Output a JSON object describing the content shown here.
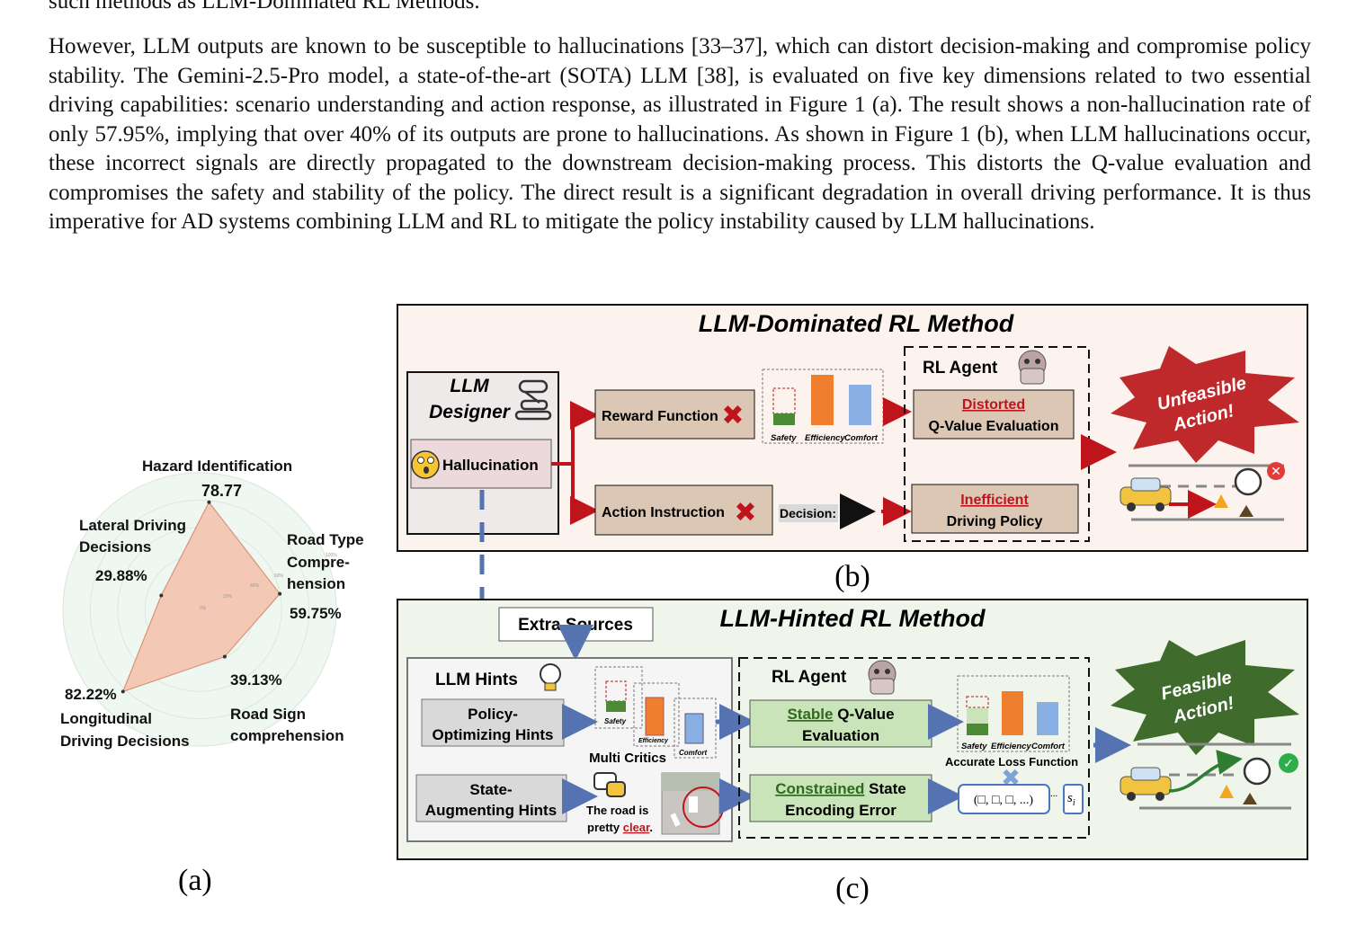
{
  "top_line": "such methods as LLM-Dominated RL Methods.",
  "paragraph": "However, LLM outputs are known to be susceptible to hallucinations [33–37], which can distort decision-making and compromise policy stability. The Gemini-2.5-Pro model, a state-of-the-art (SOTA) LLM [38], is evaluated on five key dimensions related to two essential driving capabilities: scenario understanding and action response, as illustrated in Figure 1 (a). The result shows a non-hallucination rate of only 57.95%, implying that over 40% of its outputs are prone to hallucinations. As shown in Figure 1 (b), when LLM hallucinations occur, these incorrect signals are directly propagated to the downstream decision-making process. This distorts the Q-value evaluation and compromises the safety and stability of the policy. The direct result is a significant degradation in overall driving performance. It is thus imperative for AD systems combining LLM and RL to mitigate the policy instability caused by LLM hallucinations.",
  "radar": {
    "caption": "(a)",
    "labels": {
      "hazard": "Hazard Identification",
      "lateral_1": "Lateral Driving",
      "lateral_2": "Decisions",
      "road_type_1": "Road Type",
      "road_type_2": "Compre-",
      "road_type_3": "hension",
      "longitudinal_1": "Longitudinal",
      "longitudinal_2": "Driving Decisions",
      "road_sign_1": "Road Sign",
      "road_sign_2": "comprehension"
    },
    "value_labels": {
      "hazard": "78.77",
      "lateral": "29.88%",
      "road_type": "59.75%",
      "longitudinal": "82.22%",
      "road_sign": "39.13%"
    },
    "ring_ticks": [
      "0%",
      "20%",
      "40%",
      "60%",
      "100%"
    ]
  },
  "chart_data": {
    "type": "radar",
    "categories": [
      "Hazard Identification",
      "Road Type Comprehension",
      "Road Sign comprehension",
      "Longitudinal Driving Decisions",
      "Lateral Driving Decisions"
    ],
    "values": [
      78.77,
      59.75,
      39.13,
      82.22,
      29.88
    ],
    "ylim": [
      0,
      100
    ],
    "fill_color": "#f4c7b3"
  },
  "panel_b": {
    "caption": "(b)",
    "title": "LLM-Dominated RL Method",
    "designer_1": "LLM",
    "designer_2": "Designer",
    "hallucination": "Hallucination",
    "reward": "Reward Function",
    "action": "Action  Instruction",
    "decision": "Decision:",
    "bar_labels": [
      "Safety",
      "Efficiency",
      "Comfort"
    ],
    "rl_agent": "RL Agent",
    "distorted": "Distorted",
    "qvalue": "Q-Value Evaluation",
    "inefficient": "Inefficient",
    "driving_policy": "Driving Policy",
    "star_1": "Unfeasible",
    "star_2": "Action!",
    "star_color": "#c0292b",
    "bg_color": "#fdf3ee"
  },
  "panel_c": {
    "caption": "(c)",
    "title": "LLM-Hinted RL Method",
    "extra_sources": "Extra Sources",
    "llm_hints": "LLM Hints",
    "policy_hints_1": "Policy-",
    "policy_hints_2": "Optimizing Hints",
    "state_hints_1": "State-",
    "state_hints_2": "Augmenting Hints",
    "multi_critics": "Multi Critics",
    "safety": "Safety",
    "efficiency": "Efficiency",
    "comfort": "Comfort",
    "road_text_1": "The road  is",
    "road_text_2": "pretty ",
    "road_text_clear": "clear",
    "road_text_end": ".",
    "rl_agent": "RL Agent",
    "stable": "Stable",
    "qvalue_1": " Q-Value",
    "qvalue_2": "Evaluation",
    "constrained": "Constrained",
    "state_1": " State",
    "state_2": "Encoding Error",
    "bar_labels": [
      "Safety",
      "Efficiency",
      "Comfort"
    ],
    "accurate_loss": "Accurate Loss Function",
    "state_vector": "(□, □, □,  ...)",
    "ellipsis": "...",
    "si": "s",
    "si_sub": "i",
    "star_1": "Feasible",
    "star_2": "Action!",
    "star_color": "#3f6b2c",
    "bg_color": "#f0f5ec"
  }
}
